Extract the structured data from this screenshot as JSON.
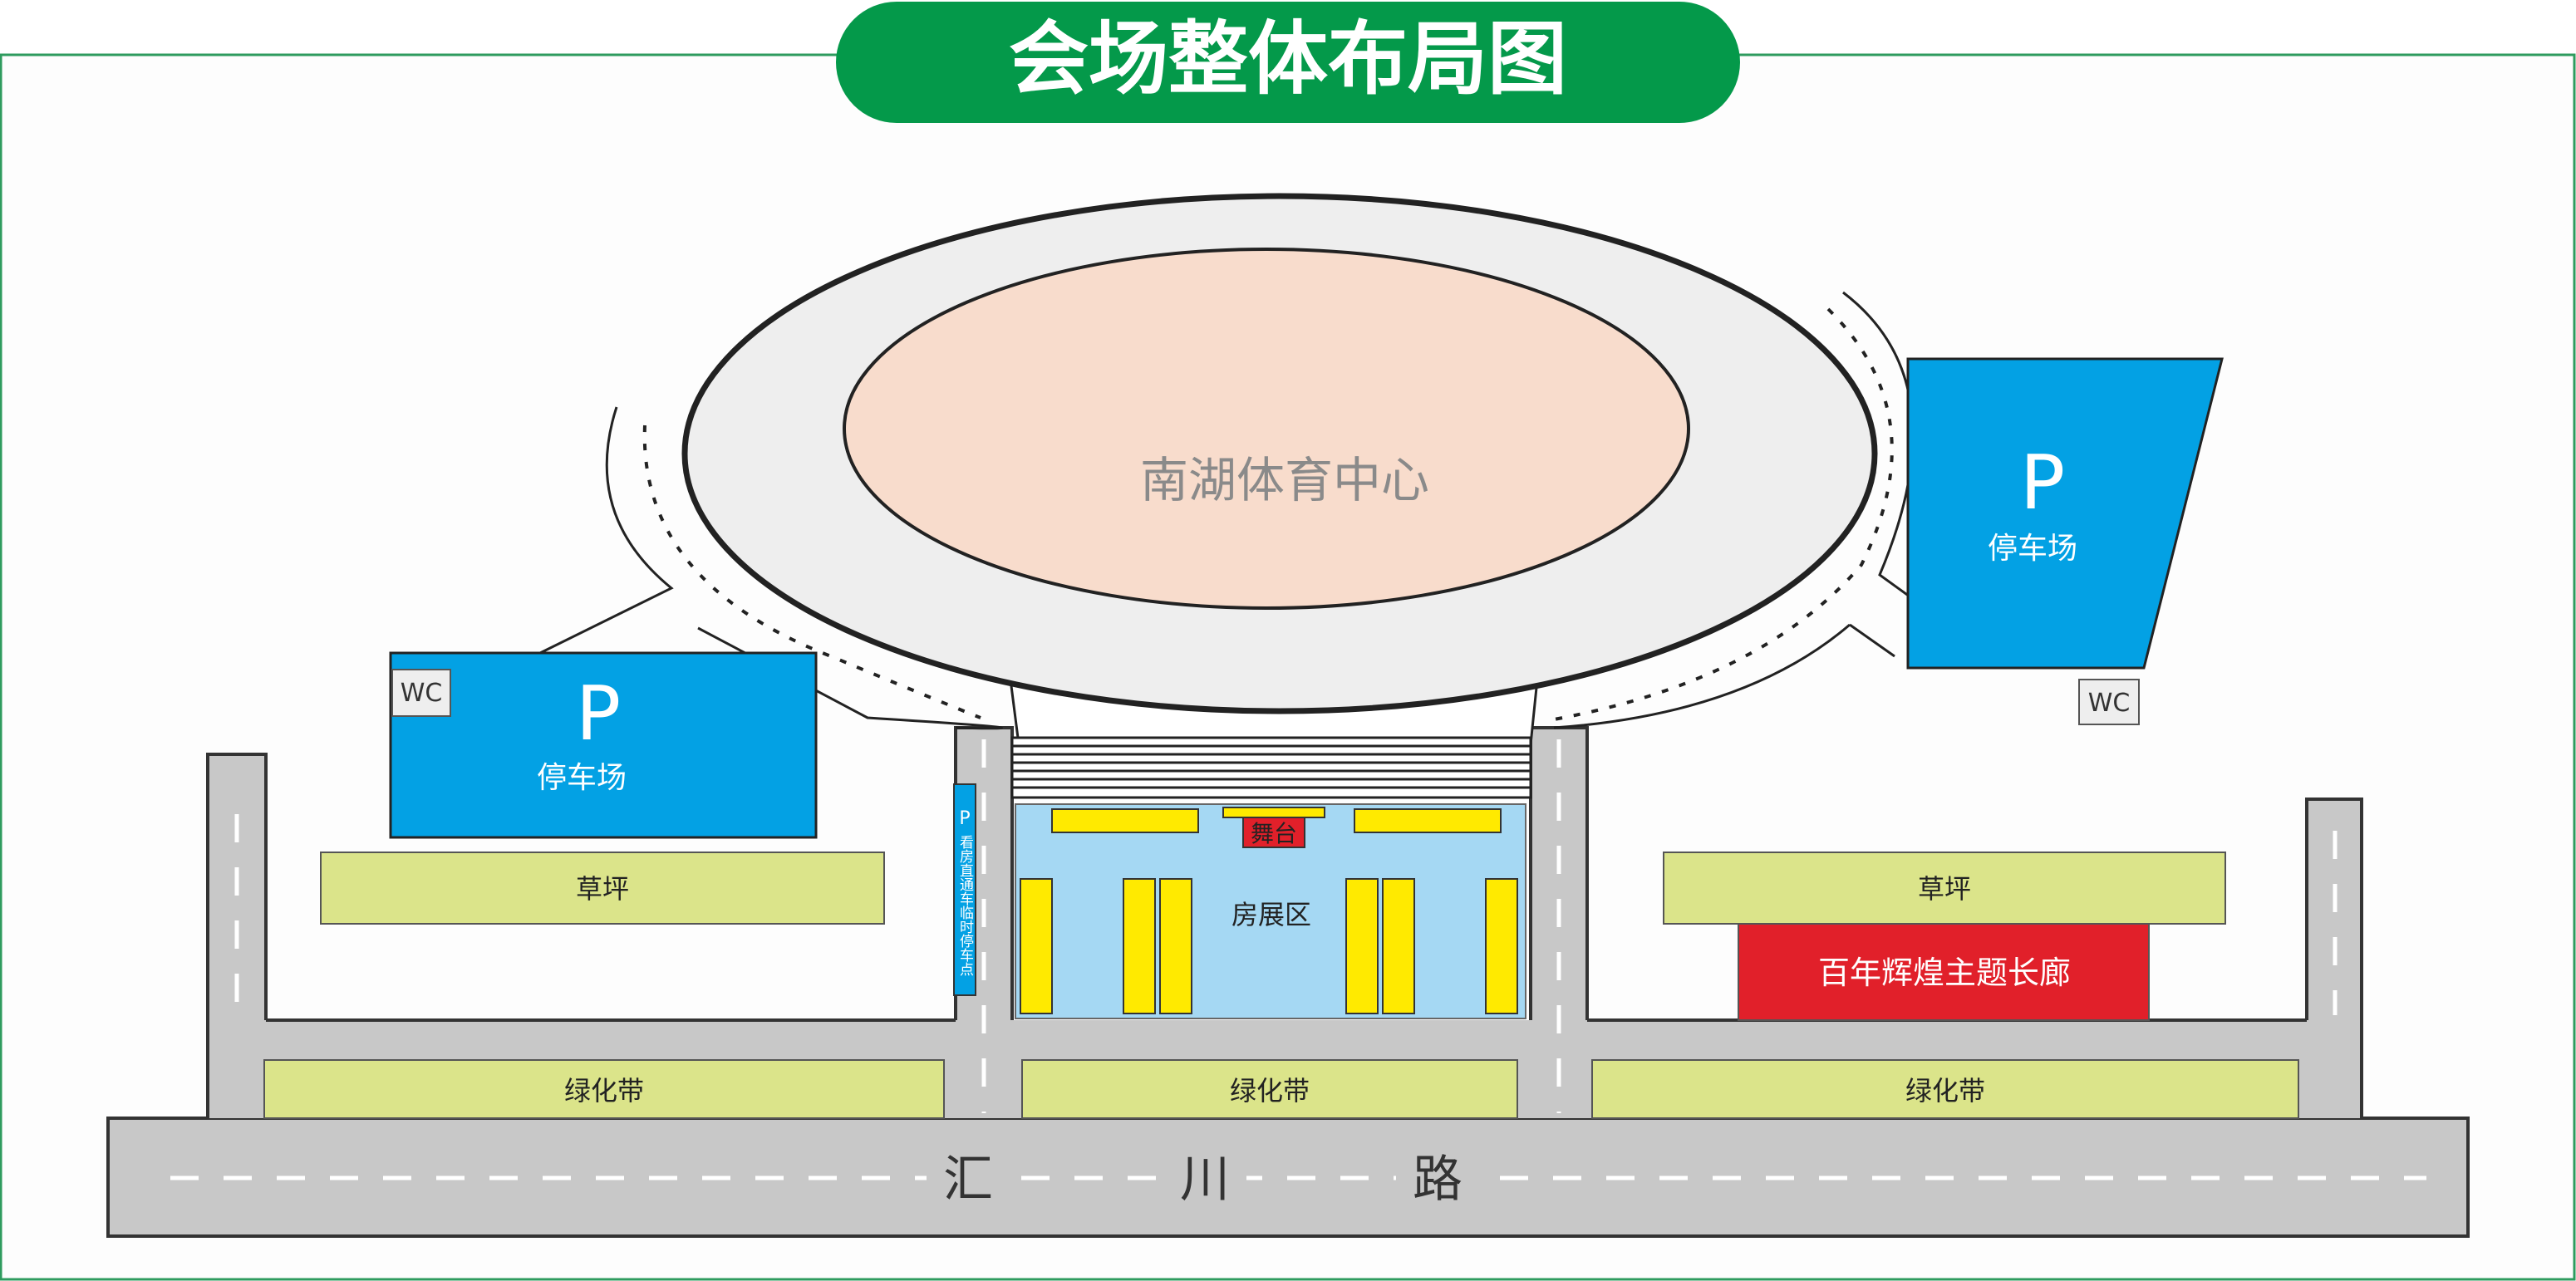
{
  "title": "会场整体布局图",
  "stadium": {
    "label": "南湖体育中心"
  },
  "parking_left": {
    "symbol": "P",
    "label": "停车场"
  },
  "parking_right": {
    "symbol": "P",
    "label": "停车场"
  },
  "wc_left": {
    "label": "WC"
  },
  "wc_right": {
    "label": "WC"
  },
  "lawn_left": {
    "label": "草坪"
  },
  "lawn_right": {
    "label": "草坪"
  },
  "gallery": {
    "label": "百年辉煌主题长廊"
  },
  "exhibition": {
    "label": "房展区",
    "stage_label": "舞台"
  },
  "temp_parking": {
    "symbol": "P",
    "label": "看房直通车临时停车点"
  },
  "greenbelts": [
    {
      "label": "绿化带"
    },
    {
      "label": "绿化带"
    },
    {
      "label": "绿化带"
    }
  ],
  "road": {
    "chars": [
      "汇",
      "川",
      "路"
    ]
  },
  "colors": {
    "title_green": "#04994a",
    "frame_green": "#2e9b5e",
    "parking_blue": "#03a1e4",
    "stadium_field": "#f8dccc",
    "stadium_ring": "#eeeeee",
    "road_gray": "#c8c8c8",
    "greenbelt": "#dbe48a",
    "exhibition_blue": "#a5d8f3",
    "booth_yellow": "#ffea00",
    "gallery_red": "#e1202a",
    "stage_red": "#e1202a"
  }
}
